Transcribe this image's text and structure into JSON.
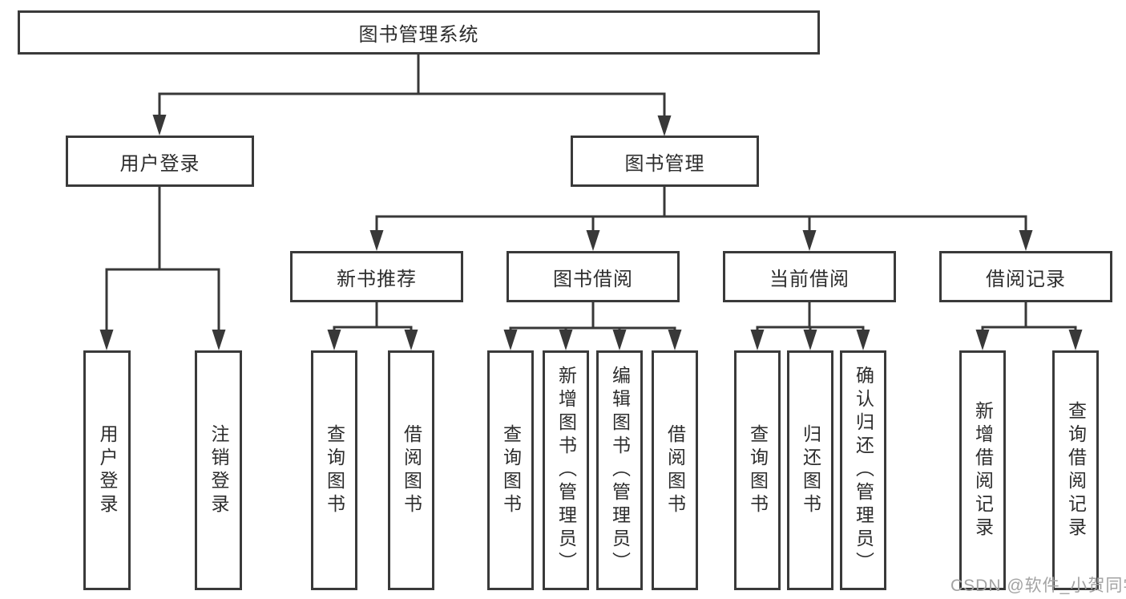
{
  "nodes": {
    "root": {
      "label": "图书管理系统"
    },
    "level2": [
      {
        "label": "用户登录"
      },
      {
        "label": "图书管理"
      }
    ],
    "level3": [
      {
        "label": "新书推荐"
      },
      {
        "label": "图书借阅"
      },
      {
        "label": "当前借阅"
      },
      {
        "label": "借阅记录"
      }
    ],
    "leaves": [
      {
        "label": "用户登录"
      },
      {
        "label": "注销登录"
      },
      {
        "label": "查询图书"
      },
      {
        "label": "借阅图书"
      },
      {
        "label": "查询图书"
      },
      {
        "label": "新增图书（管理员）"
      },
      {
        "label": "编辑图书（管理员）"
      },
      {
        "label": "借阅图书"
      },
      {
        "label": "查询图书"
      },
      {
        "label": "归还图书"
      },
      {
        "label": "确认归还（管理员）"
      },
      {
        "label": "新增借阅记录"
      },
      {
        "label": "查询借阅记录"
      }
    ]
  },
  "hierarchy": {
    "图书管理系统": {
      "用户登录": [
        "用户登录",
        "注销登录"
      ],
      "图书管理": {
        "新书推荐": [
          "查询图书",
          "借阅图书"
        ],
        "图书借阅": [
          "查询图书",
          "新增图书（管理员）",
          "编辑图书（管理员）",
          "借阅图书"
        ],
        "当前借阅": [
          "查询图书",
          "归还图书",
          "确认归还（管理员）"
        ],
        "借阅记录": [
          "新增借阅记录",
          "查询借阅记录"
        ]
      }
    }
  },
  "watermark": {
    "text": "CSDN @软件_小贺同学"
  },
  "colors": {
    "line": "#383838",
    "box_border": "#3a3a3a",
    "text": "#2d2d2d",
    "watermark": "#a3a3a3",
    "background": "#ffffff"
  }
}
